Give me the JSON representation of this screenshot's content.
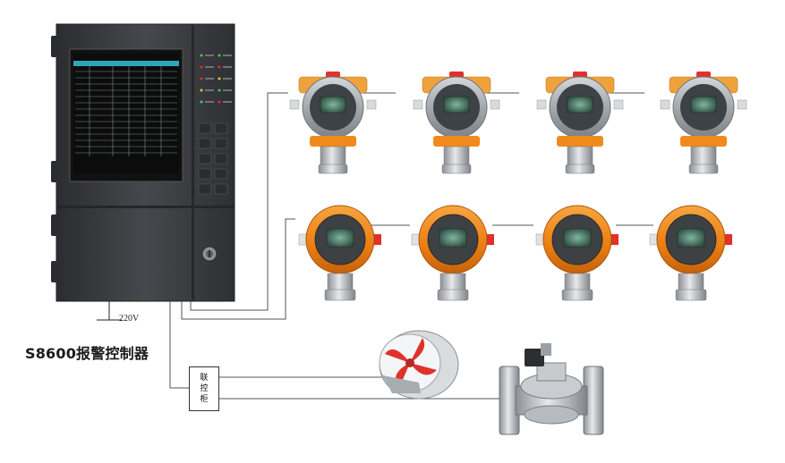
{
  "diagram": {
    "controller_label": "S8600报警控制器",
    "power_label": "220V",
    "linkage_box_chars": [
      "联",
      "控",
      "柜"
    ]
  },
  "colors": {
    "cabinet": "#3b3d40",
    "screen_bg": "#0c0c0c",
    "screen_header": "#2fa6b8",
    "detector_gray": "#a9aeb3",
    "detector_orange": "#f08a1c",
    "alarm_red": "#e0312b",
    "wire": "#555555"
  },
  "icons": [
    "ground-icon",
    "fan-icon",
    "valve-icon",
    "detector-icon",
    "led-icon",
    "lock-icon"
  ]
}
